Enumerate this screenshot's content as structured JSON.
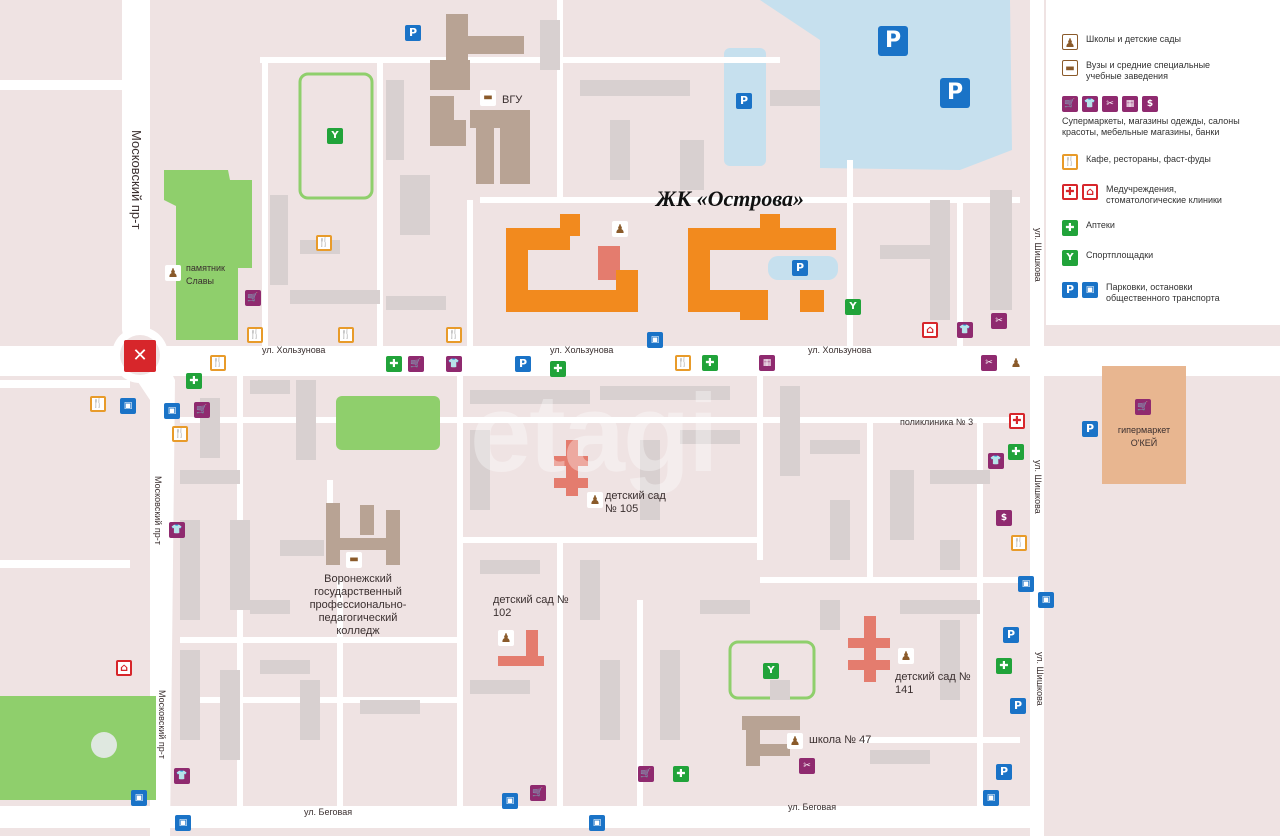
{
  "title": "ЖК «Острова»",
  "streets": {
    "moskovsky_top": "Московский пр-т",
    "moskovsky_mid": "Московский пр-т",
    "moskovsky_bottom": "Московский пр-т",
    "holzunova_1": "ул. Хользунова",
    "holzunova_2": "ул. Хользунова",
    "holzunova_3": "ул. Хользунова",
    "shishkova_1": "ул. Шишкова",
    "shishkova_2": "ул. Шишкова",
    "shishkova_3": "ул. Шишкова",
    "begovaya_1": "ул. Беговая",
    "begovaya_2": "ул. Беговая"
  },
  "places": {
    "vgu": "ВГУ",
    "monument": "памятник Славы",
    "polyclinic": "поликлиника № 3",
    "okey": "гипермаркет О'КЕЙ",
    "kg105": "детский сад № 105",
    "kg102": "детский сад № 102",
    "kg141": "детский сад № 141",
    "school47": "школа № 47",
    "college": "Воронежский государственный профессионально-педагогический колледж"
  },
  "legend": [
    {
      "id": "schools",
      "text": "Школы и детские сады",
      "icons": [
        "school-icon"
      ]
    },
    {
      "id": "universities",
      "text": "Вузы и средние специальные учебные заведения",
      "icons": [
        "university-icon"
      ]
    },
    {
      "id": "shops",
      "text": "Супермаркеты, магазины одежды, салоны красоты, мебельные магазины, банки",
      "icons": [
        "cart-icon",
        "shirt-icon",
        "scissors-icon",
        "furniture-icon",
        "bank-icon"
      ]
    },
    {
      "id": "cafes",
      "text": "Кафе, рестораны, фаст-фуды",
      "icons": [
        "cafe-icon"
      ]
    },
    {
      "id": "medical",
      "text": "Медучреждения, стоматологические клиники",
      "icons": [
        "medical-cross-icon",
        "tooth-icon"
      ]
    },
    {
      "id": "pharmacy",
      "text": "Аптеки",
      "icons": [
        "pharmacy-icon"
      ]
    },
    {
      "id": "sport",
      "text": "Спортплощадки",
      "icons": [
        "sport-icon"
      ]
    },
    {
      "id": "transport",
      "text": "Парковки, остановки общественного транспорта",
      "icons": [
        "parking-icon",
        "bus-icon"
      ]
    }
  ],
  "colors": {
    "background": "#efe3e3",
    "road": "#ffffff",
    "building": "#d8d0d0",
    "complex": "#f28a1e",
    "water": "#c6e0ee",
    "park": "#8fcf6c",
    "university_building": "#b8a394",
    "kindergarten": "#e47c6e",
    "hypermarket": "#e8b690",
    "parking": "#1a73c7",
    "shop": "#8f2a6f",
    "pharmacy": "#21a33a",
    "medical": "#d7262b",
    "cafe": "#e89b2a"
  },
  "icon_glyphs": {
    "parking": "P",
    "bus": "🚌",
    "shop": "🛒",
    "shirt": "👕",
    "scissors": "✂",
    "bank": "$",
    "cafe": "🍴",
    "medical": "✚",
    "tooth": "🦷",
    "pharmacy": "✚",
    "sport": "Y",
    "school": "♟",
    "university": "▬"
  },
  "watermark": "etagi"
}
